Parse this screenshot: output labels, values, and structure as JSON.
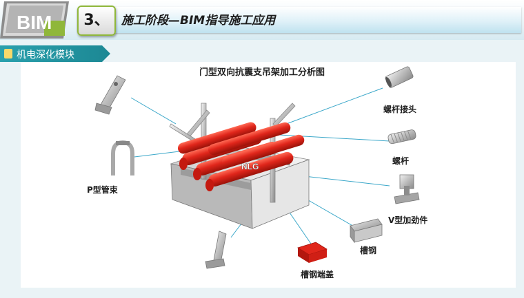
{
  "header": {
    "logo_text": "BIM",
    "section_number": "3、",
    "title": "施工阶段—BIM指导施工应用"
  },
  "module": {
    "label": "机电深化模块"
  },
  "diagram": {
    "title": "门型双向抗震支吊架加工分析图",
    "center_label": "NLG",
    "parts": {
      "rod_coupler": "螺杆接头",
      "threaded_rod": "螺杆",
      "p_clamp": "P型管束",
      "v_stiffener": "V型加劲件",
      "channel_steel": "槽钢",
      "channel_end_cap": "槽钢端盖"
    }
  },
  "colors": {
    "accent": "#1c8894",
    "pipe_red": "#e0261b",
    "leader_line": "#3aa7c9",
    "badge_border": "#8fb73a"
  }
}
